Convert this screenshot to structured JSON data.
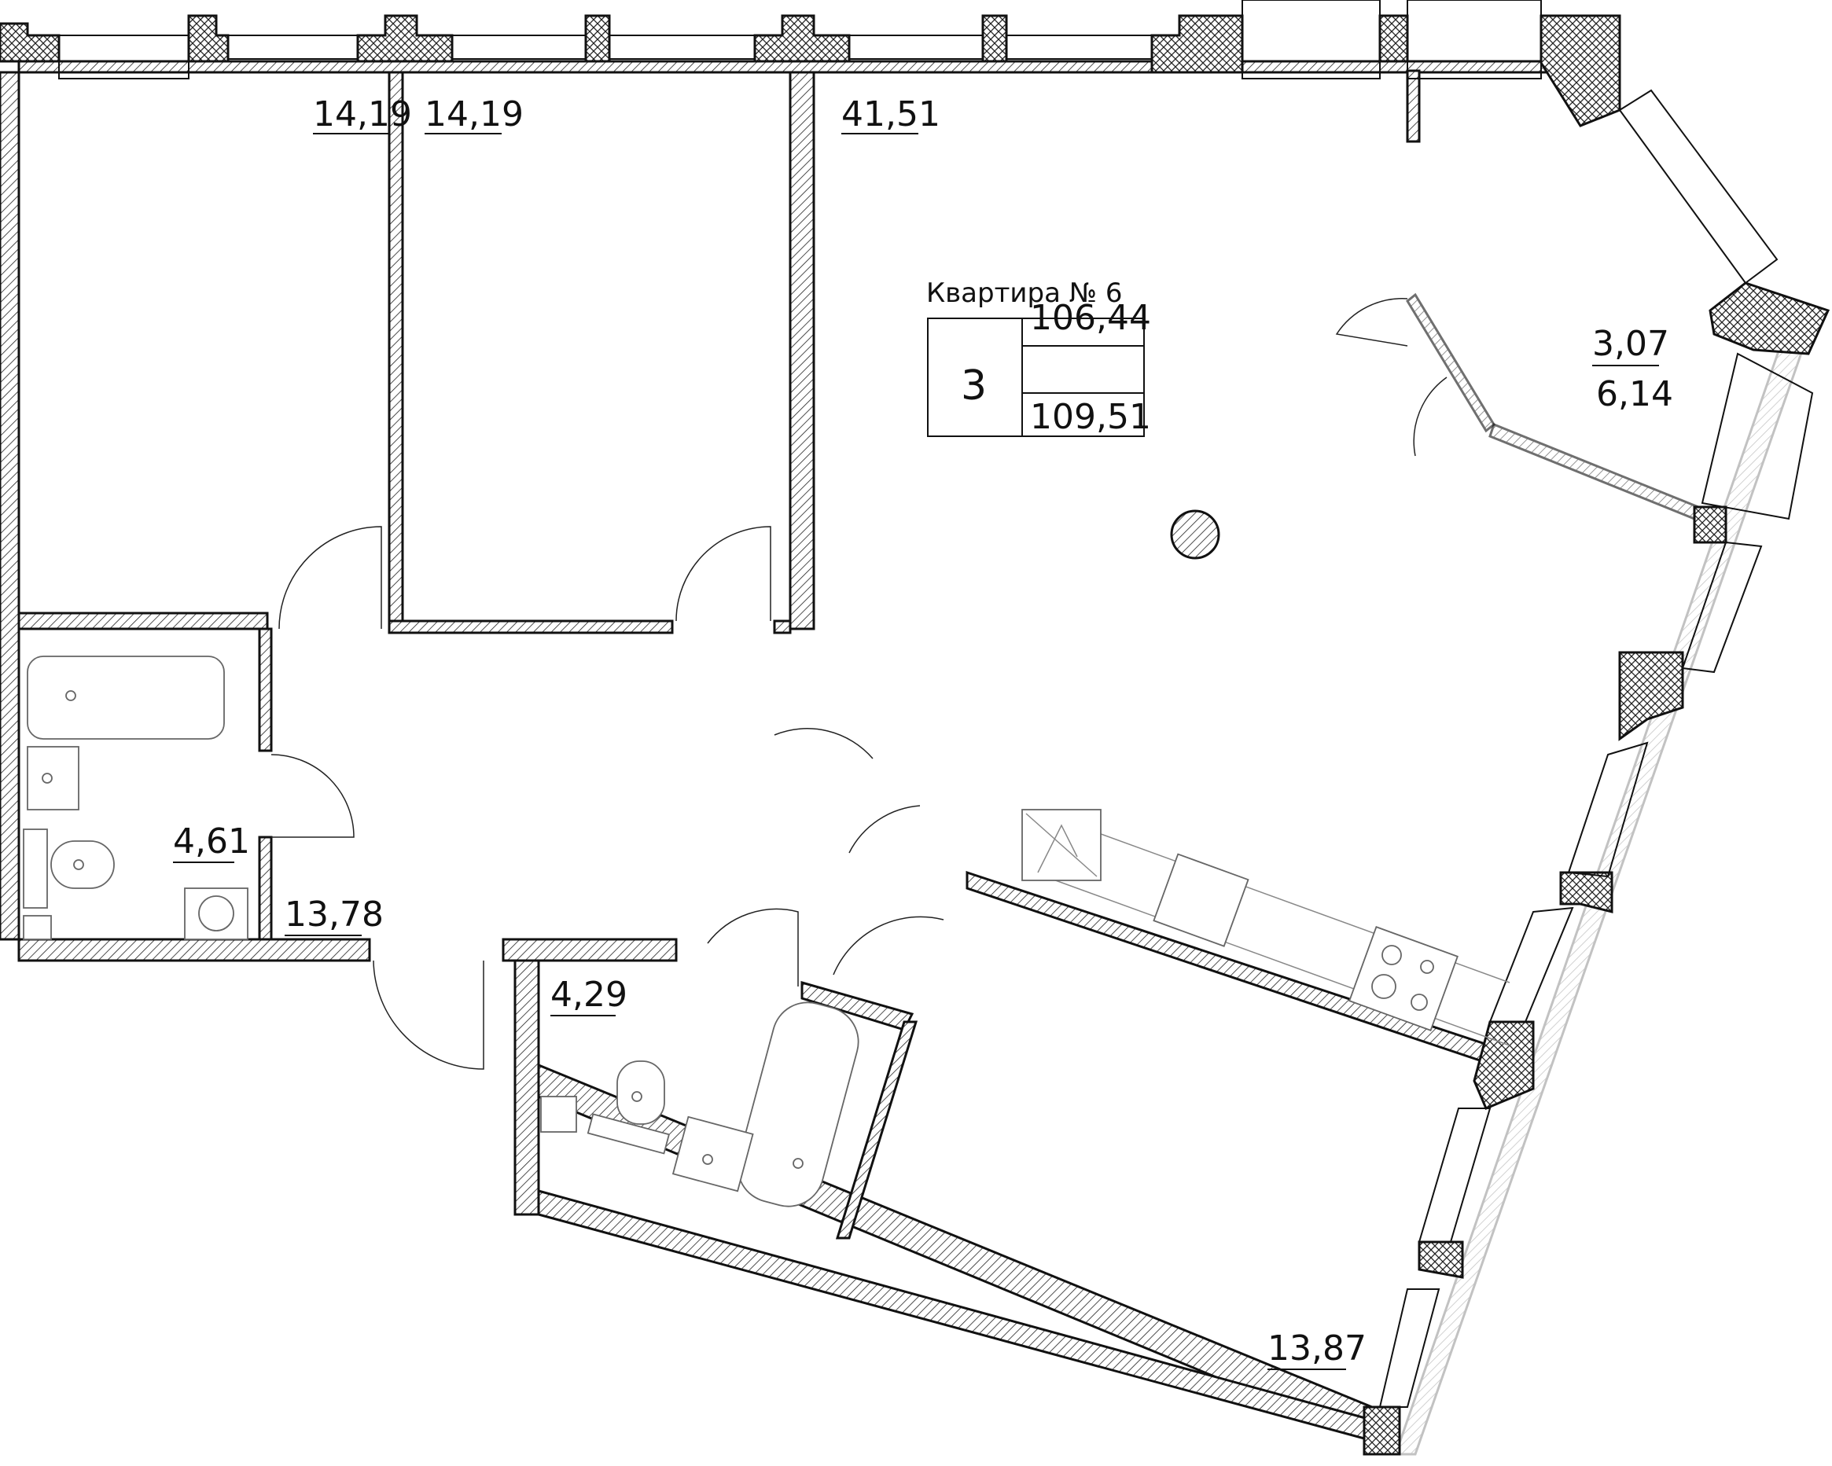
{
  "apartment": {
    "title": "Квартира № 6",
    "rooms": "3",
    "area_living": "106,44",
    "area_total": "109,51"
  },
  "room_areas": {
    "bedroom_left": "14,19",
    "bedroom_middle": "14,19",
    "living_kitchen": "41,51",
    "balcony_area": "3,07",
    "balcony_area_full": "6,14",
    "bathroom_left": "4,61",
    "hallway": "13,78",
    "bathroom_right": "4,29",
    "bedroom_bottom": "13,87"
  },
  "colors": {
    "line": "#111111",
    "background": "#ffffff",
    "fixture_line": "#666666"
  }
}
